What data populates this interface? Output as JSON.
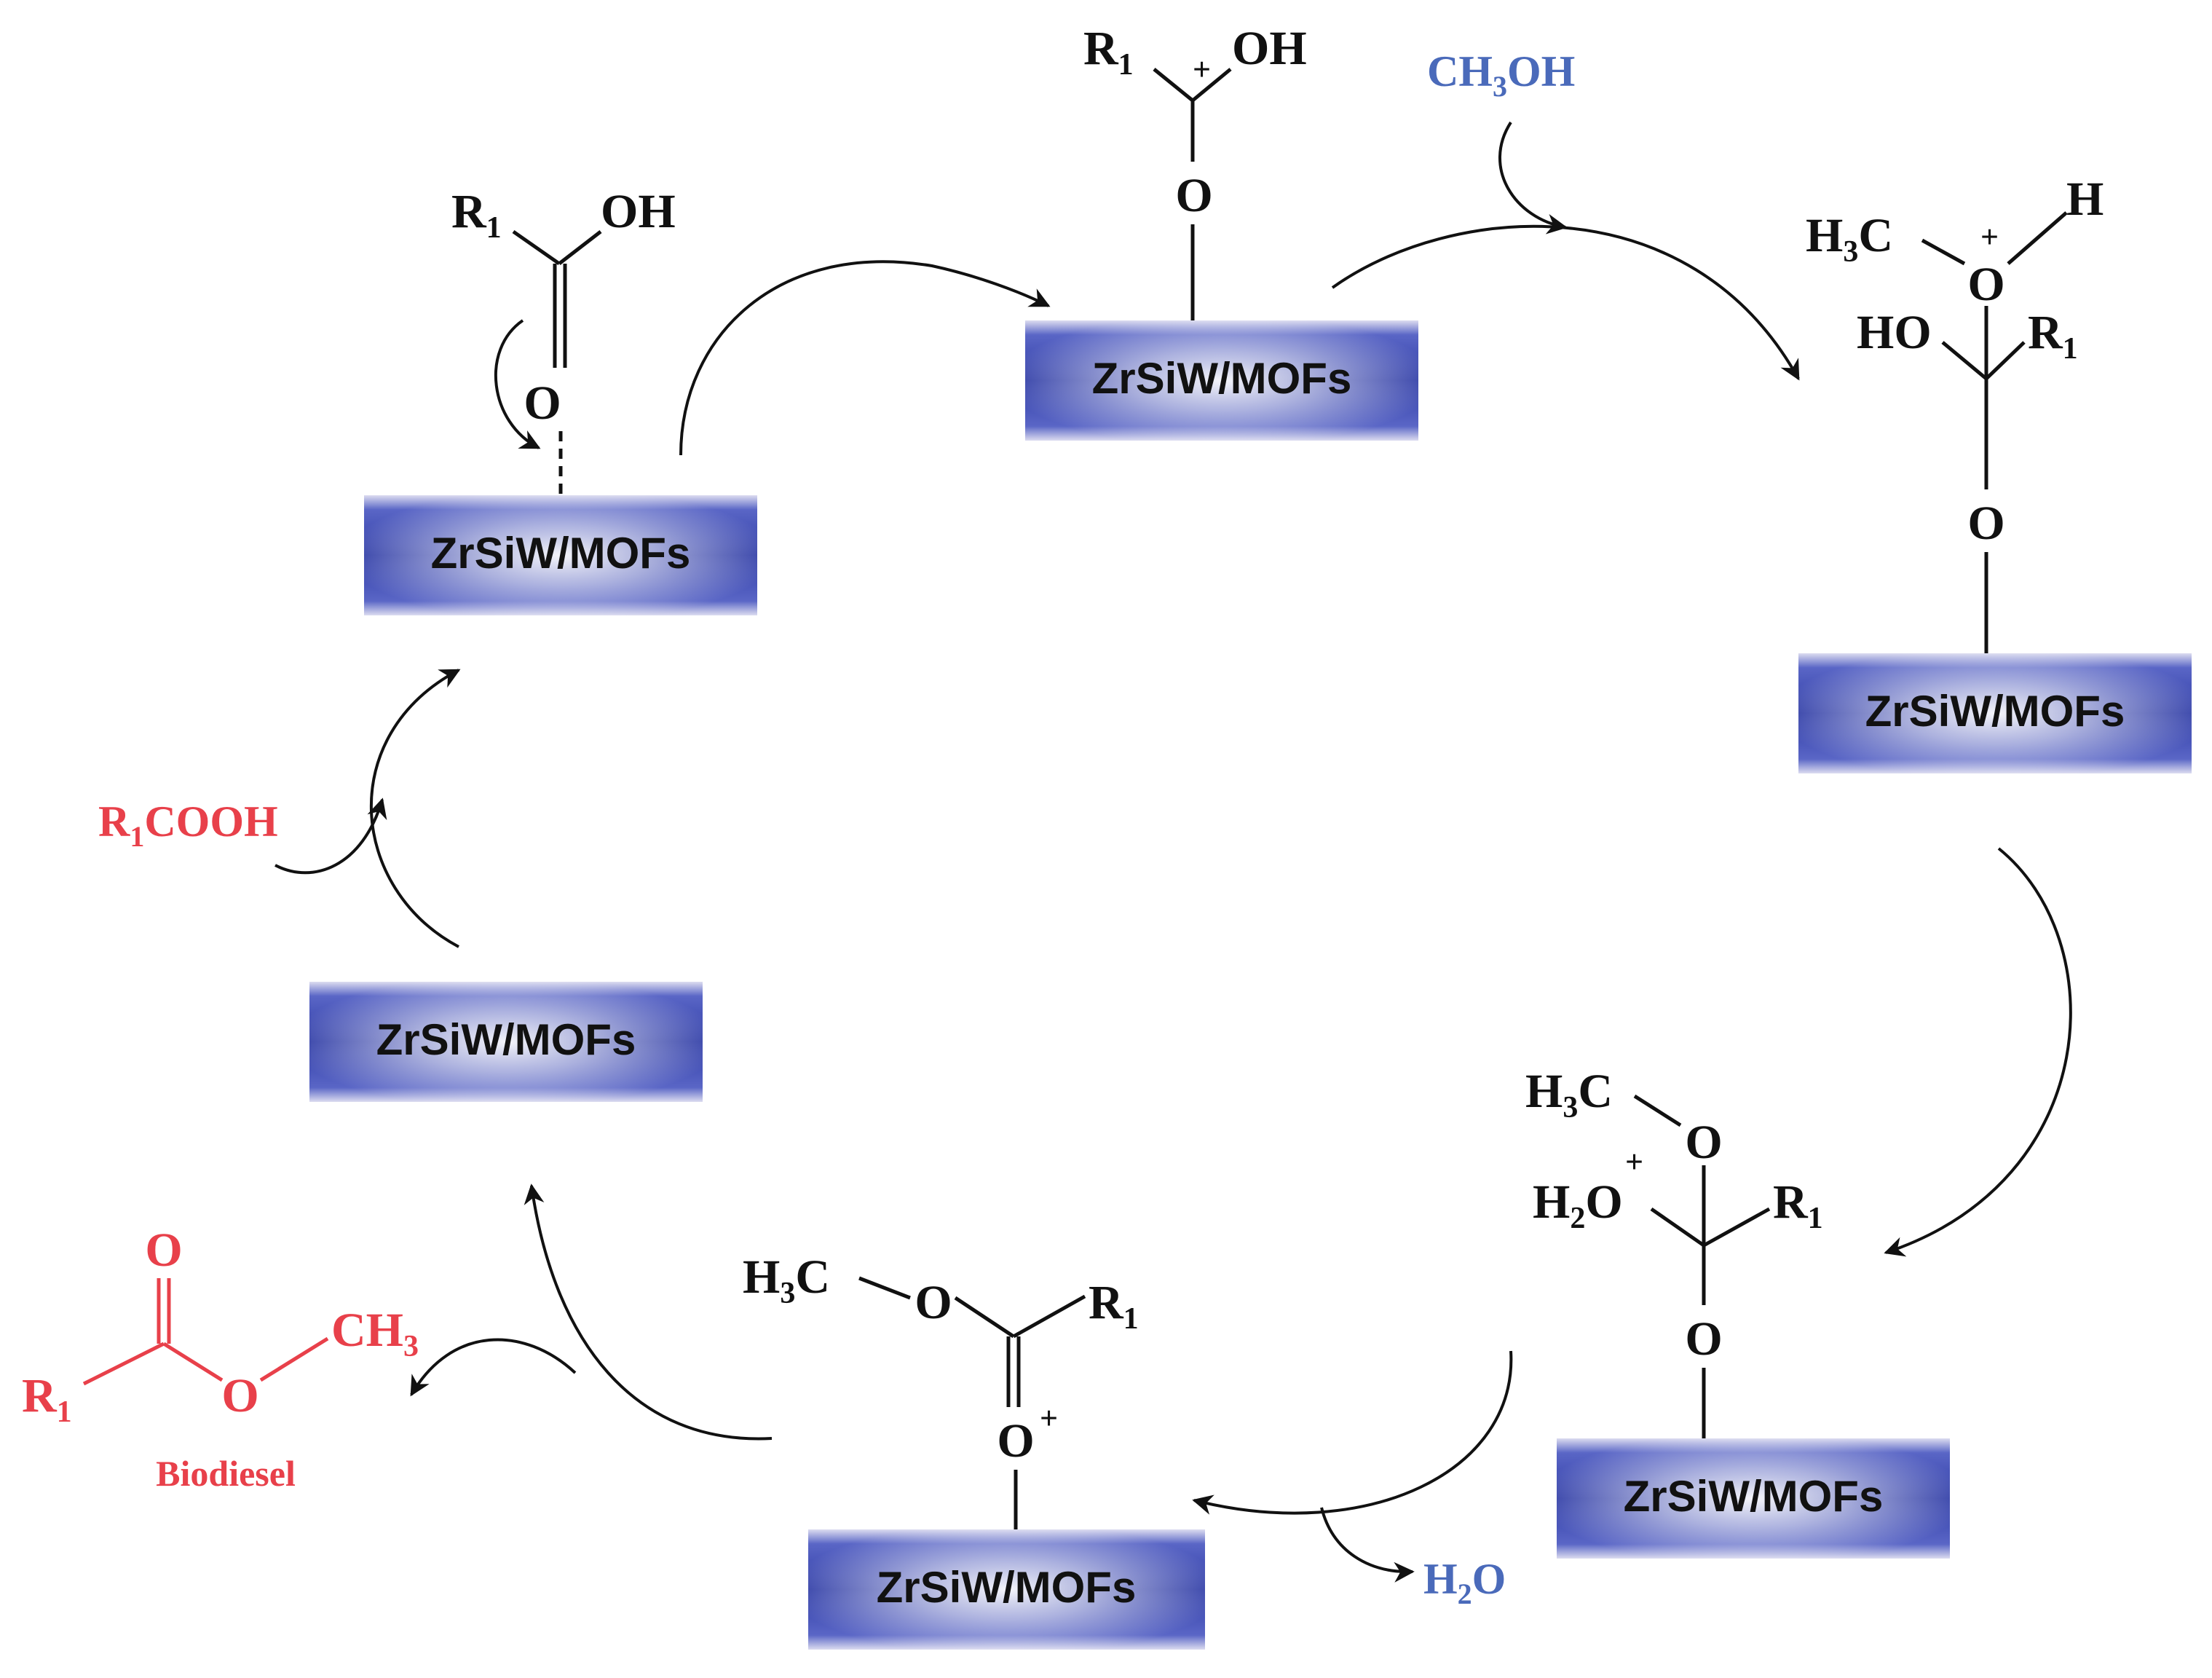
{
  "catalyst": {
    "label": "ZrSiW/MOFs"
  },
  "colors": {
    "reagent": "#4a6aba",
    "product": "#e8404a",
    "structure": "#111111",
    "box_blue": "#3a48b4"
  },
  "reagents": {
    "methanol": "CH",
    "methanol_sub": "3",
    "methanol_tail": "OH",
    "water": "H",
    "water_sub": "2",
    "water_tail": "O"
  },
  "products": {
    "recycled_acid": "R",
    "recycled_acid_sub": "1",
    "recycled_acid_tail": "COOH",
    "biodiesel_label": "Biodiesel"
  },
  "atoms": {
    "R": "R",
    "one": "1",
    "OH": "OH",
    "O": "O",
    "HO": "HO",
    "H": "H",
    "H3C_H": "H",
    "H3C_3": "3",
    "H3C_C": "C",
    "H2O_H": "H",
    "H2O_2": "2",
    "H2O_O": "O",
    "CH3_C": "CH",
    "CH3_3": "3",
    "plus": "+"
  },
  "steps": [
    {
      "id": "adsorbed-acid"
    },
    {
      "id": "protonated-carbonyl"
    },
    {
      "id": "methanol-attack"
    },
    {
      "id": "proton-transfer"
    },
    {
      "id": "ester-cation"
    },
    {
      "id": "regenerated-catalyst"
    }
  ]
}
